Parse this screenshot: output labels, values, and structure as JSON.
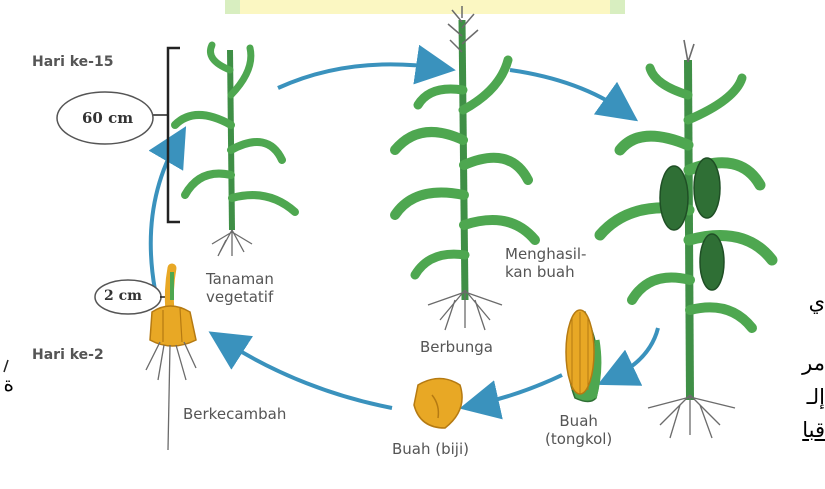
{
  "colors": {
    "arrow": "#3a92bd",
    "stem": "#3f8f46",
    "leaf": "#4ea750",
    "leaf_dark": "#2f6f35",
    "seed": "#e8a825",
    "seed_dark": "#b57a12",
    "root": "#6b6b6b",
    "banner": "#fbf7c2"
  },
  "labels": {
    "day15": "Hari ke-15",
    "height60": "60 cm",
    "day2": "Hari ke-2",
    "height2": "2 cm",
    "vegetative": "Tanaman\nvegetatif",
    "flowering": "Berbunga",
    "fruiting": "Menghasil-\nkan buah",
    "germination": "Berkecambah",
    "seed": "Buah (biji)",
    "cob": "Buah\n(tongkol)"
  },
  "overflow_text": {
    "line1": "ي",
    "line2": "مر",
    "line3": "إلـ",
    "line4": "قبا",
    "left_fragment": "ة"
  },
  "stages": [
    "germination",
    "vegetative",
    "flowering",
    "fruiting",
    "cob",
    "seed"
  ]
}
